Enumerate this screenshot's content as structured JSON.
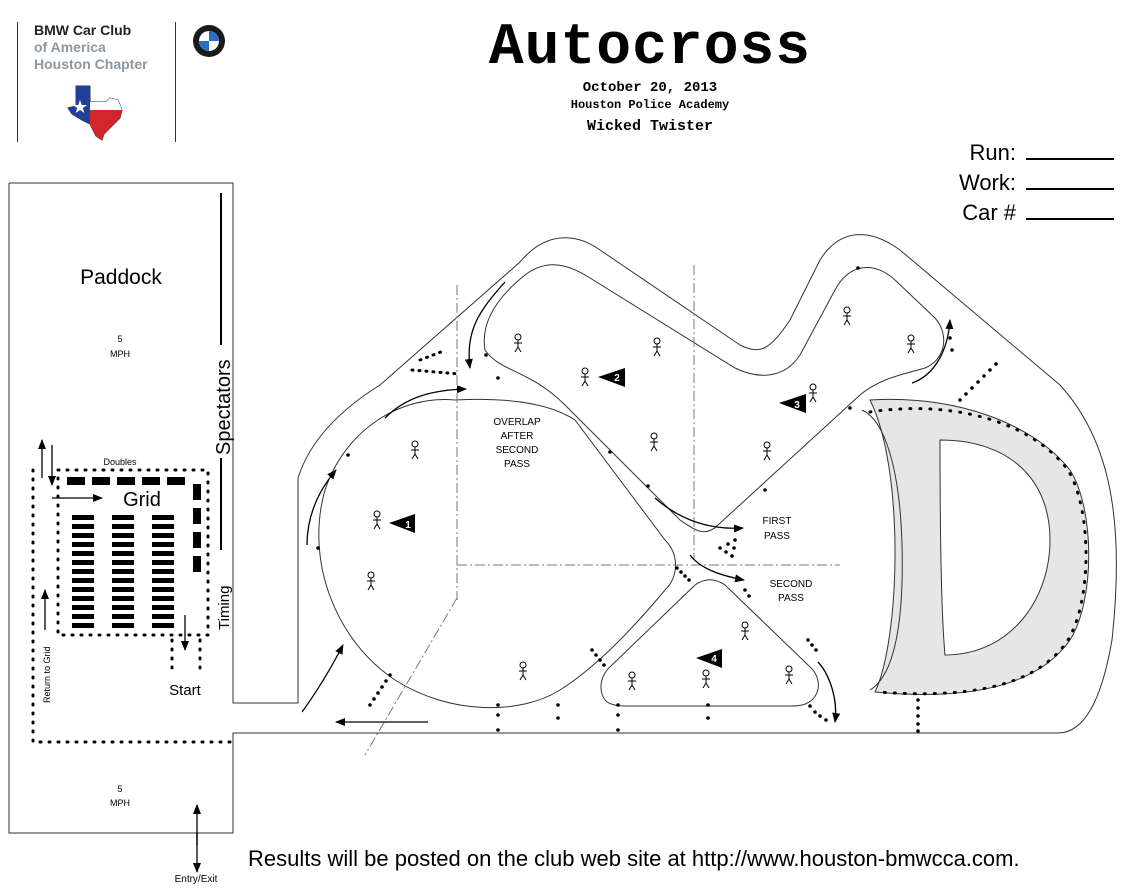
{
  "header": {
    "club_line1": "BMW Car Club",
    "club_line2": "of America",
    "club_line3": "Houston Chapter",
    "title": "Autocross",
    "date": "October 20, 2013",
    "venue": "Houston Police Academy",
    "course_name": "Wicked Twister"
  },
  "score_fields": {
    "run_label": "Run:",
    "work_label": "Work:",
    "car_label": "Car #"
  },
  "map": {
    "paddock": "Paddock",
    "speed_top": "5",
    "speed_top_unit": "MPH",
    "speed_bottom": "5",
    "speed_bottom_unit": "MPH",
    "spectators": "Spectators",
    "timing": "Timing",
    "doubles": "Doubles",
    "grid": "Grid",
    "start": "Start",
    "return_to_grid": "Return to Grid",
    "overlap_1": "OVERLAP",
    "overlap_2": "AFTER",
    "overlap_3": "SECOND",
    "overlap_4": "PASS",
    "first_pass_1": "FIRST",
    "first_pass_2": "PASS",
    "second_pass_1": "SECOND",
    "second_pass_2": "PASS",
    "station_1": "1",
    "station_2": "2",
    "station_3": "3",
    "station_4": "4"
  },
  "footer": {
    "results": "Results will be posted on the club web site at http://www.houston-bmwcca.com.",
    "entry_exit": "Entry/Exit"
  },
  "colors": {
    "brand_gray": "#8a98a4",
    "flag_blue": "#1f3f9a",
    "flag_red": "#d3262c",
    "infield_gray": "#e6e6e6"
  }
}
